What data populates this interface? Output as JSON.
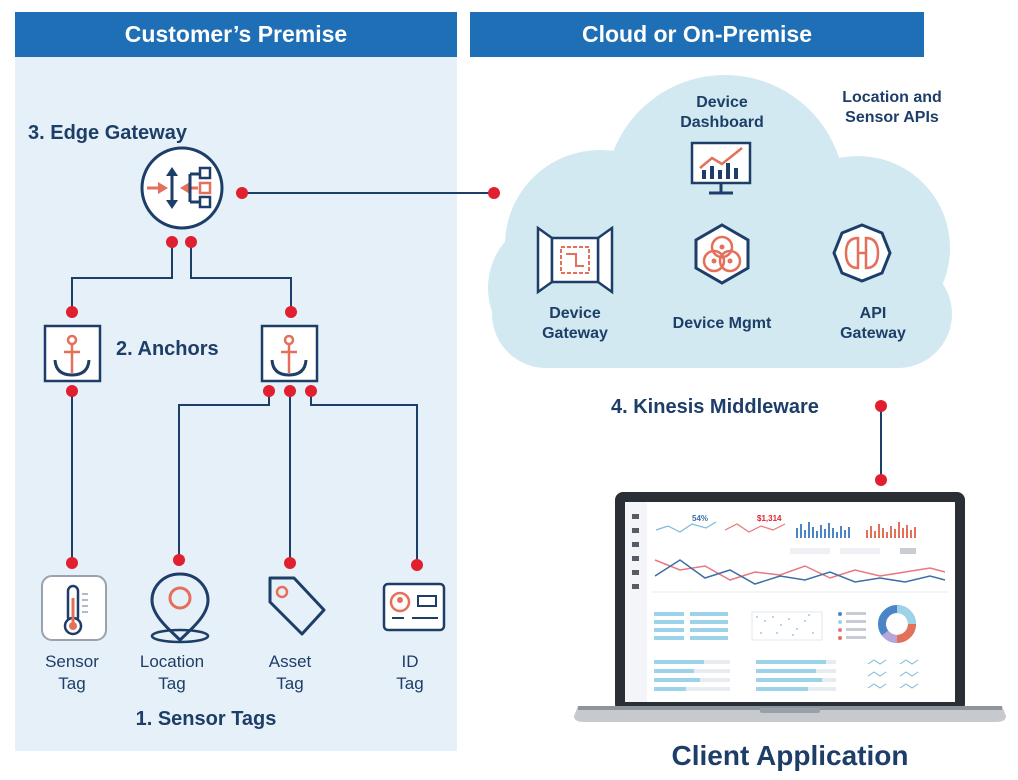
{
  "headers": {
    "left": "Customer’s Premise",
    "right": "Cloud or On-Premise"
  },
  "edge_gateway": {
    "label": "3. Edge Gateway"
  },
  "anchors": {
    "label": "2. Anchors"
  },
  "sensor_tags": {
    "label": "1. Sensor Tags",
    "items": [
      {
        "line1": "Sensor",
        "line2": "Tag",
        "icon": "thermometer-icon"
      },
      {
        "line1": "Location",
        "line2": "Tag",
        "icon": "location-pin-icon"
      },
      {
        "line1": "Asset",
        "line2": "Tag",
        "icon": "price-tag-icon"
      },
      {
        "line1": "ID",
        "line2": "Tag",
        "icon": "id-card-icon"
      }
    ]
  },
  "cloud": {
    "dashboard": {
      "line1": "Device",
      "line2": "Dashboard",
      "icon": "dashboard-monitor-icon"
    },
    "apis": {
      "line1": "Location and",
      "line2": "Sensor APIs"
    },
    "device_gateway": {
      "line1": "Device",
      "line2": "Gateway",
      "icon": "device-gateway-icon"
    },
    "device_mgmt": {
      "label": "Device Mgmt",
      "icon": "device-mgmt-icon"
    },
    "api_gateway": {
      "line1": "API",
      "line2": "Gateway",
      "icon": "api-gateway-icon"
    }
  },
  "middleware": {
    "label": "4. Kinesis Middleware"
  },
  "client": {
    "label": "Client Application"
  },
  "laptop_screen": {
    "stat1": "54%",
    "stat2": "$1,314"
  },
  "colors": {
    "header_bg": "#1f6fb6",
    "panel_bg": "#e6f0f8",
    "cloud_bg": "#d2e9f1",
    "navy": "#1d3e68",
    "accent_red": "#e0202f",
    "coral": "#e4705a"
  }
}
